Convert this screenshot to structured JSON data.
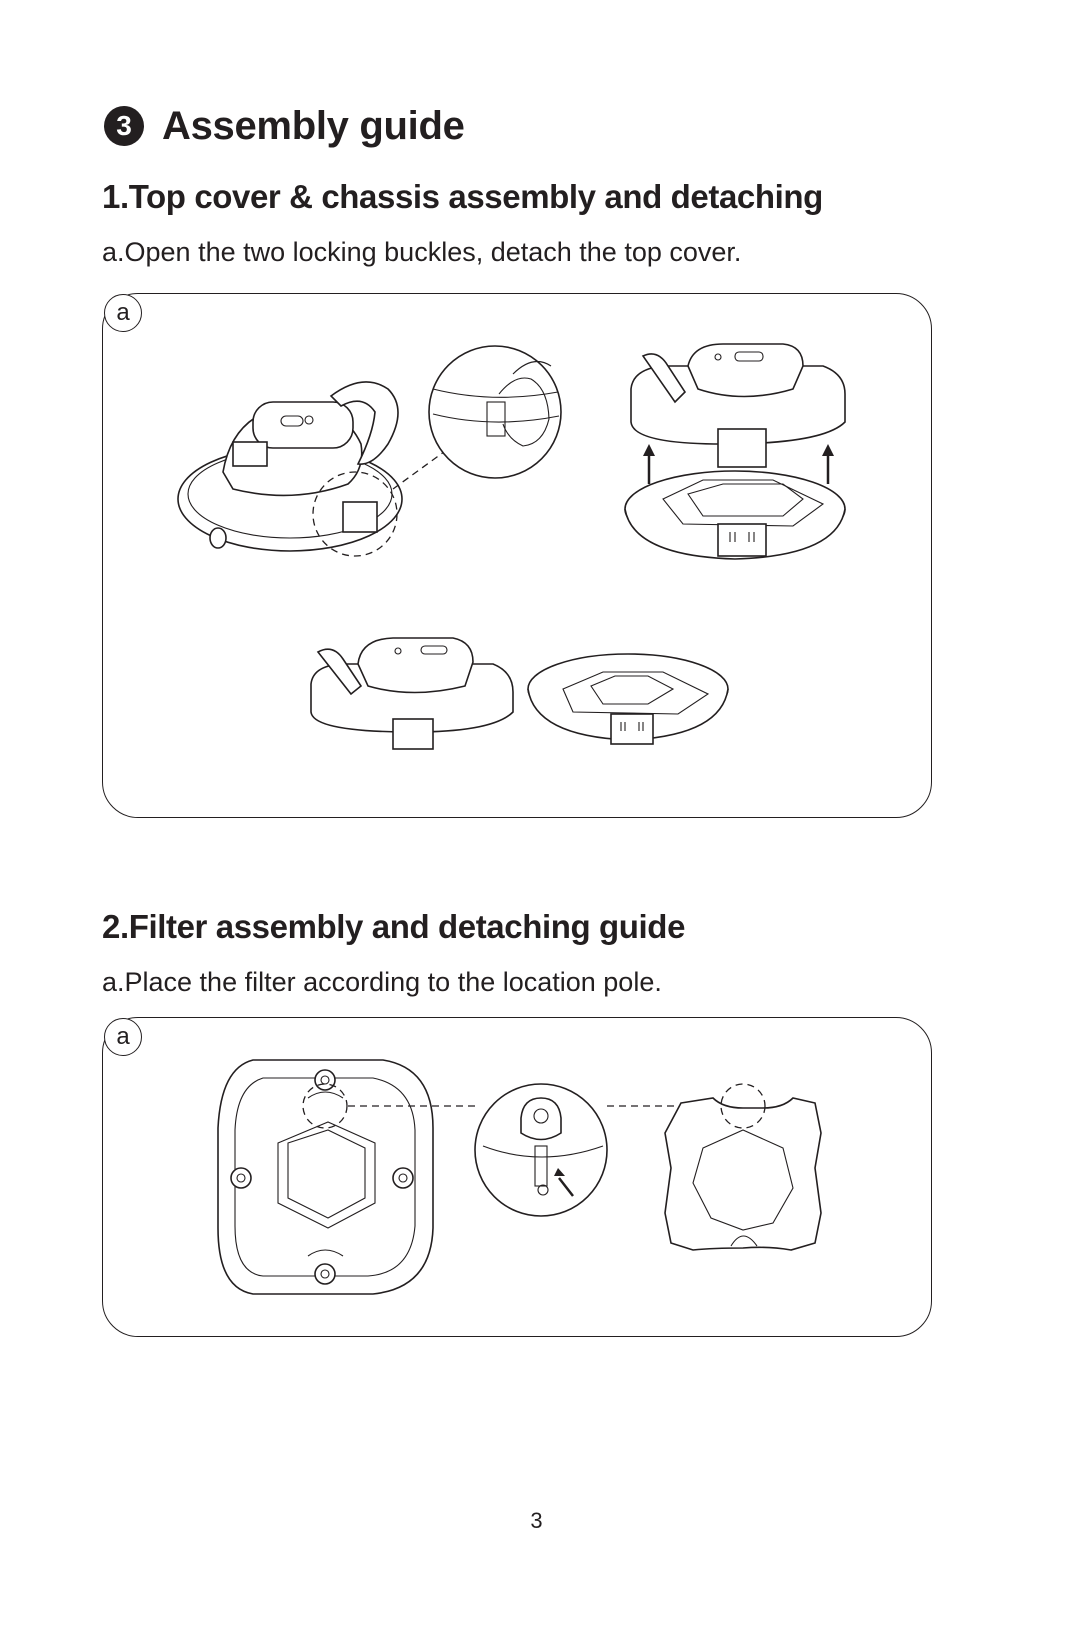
{
  "section": {
    "number": "3",
    "title": "Assembly guide"
  },
  "part1": {
    "title": "1.Top cover & chassis assembly and detaching",
    "step_a": "a.Open the two locking buckles, detach the top cover.",
    "panel_label": "a"
  },
  "part2": {
    "title": "2.Filter assembly and detaching guide",
    "step_a": "a.Place the filter according to the location pole.",
    "panel_label": "a"
  },
  "page_number": "3"
}
